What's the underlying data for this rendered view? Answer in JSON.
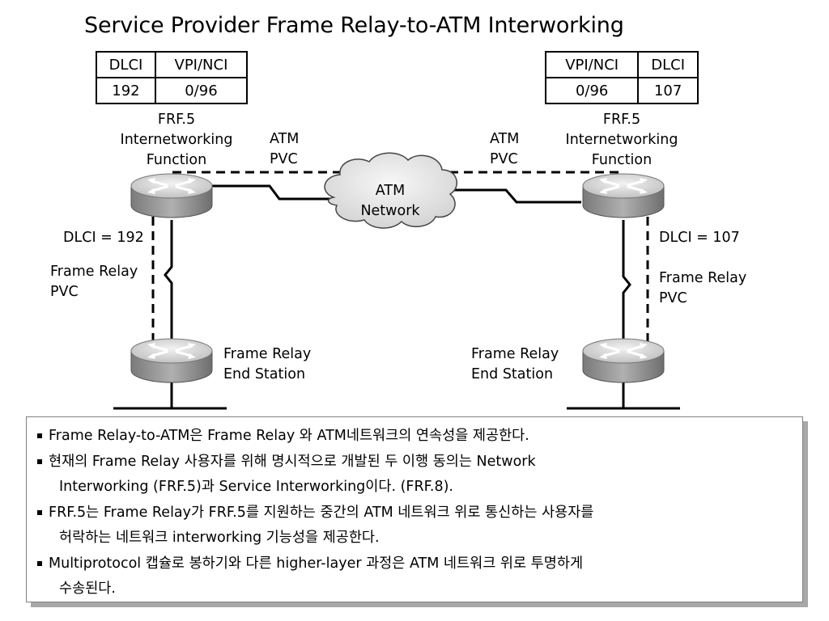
{
  "title": "Service Provider Frame Relay-to-ATM Interworking",
  "left_table": {
    "headers": [
      "DLCI",
      "VPI/NCI"
    ],
    "values": [
      "192",
      "0/96"
    ]
  },
  "right_table": {
    "headers": [
      "VPI/NCI",
      "DLCI"
    ],
    "values": [
      "0/96",
      "107"
    ]
  },
  "left_iwf_label": [
    "FRF.5",
    "Internetworking",
    "Function"
  ],
  "right_iwf_label": [
    "FRF.5",
    "Internetworking",
    "Function"
  ],
  "left_atm_pvc": [
    "ATM",
    "PVC"
  ],
  "right_atm_pvc": [
    "ATM",
    "PVC"
  ],
  "cloud_label": [
    "ATM",
    "Network"
  ],
  "left_dlci": "DLCI = 192",
  "right_dlci": "DLCI = 107",
  "left_fr_pvc": [
    "Frame Relay",
    "PVC"
  ],
  "right_fr_pvc": [
    "Frame Relay",
    "PVC"
  ],
  "left_end_station": [
    "Frame Relay",
    "End Station"
  ],
  "right_end_station": [
    "Frame Relay",
    "End Station"
  ],
  "notes": [
    [
      "Frame Relay-to-ATM은 Frame Relay 와 ATM네트워크의 연속성을 제공한다."
    ],
    [
      "현재의 Frame Relay 사용자를 위해 명시적으로 개발된 두 이행 동의는 Network",
      "Interworking (FRF.5)과 Service Interworking이다. (FRF.8)."
    ],
    [
      "FRF.5는 Frame Relay가 FRF.5를 지원하는 중간의 ATM 네트워크 위로 통신하는 사용자를",
      "허락하는 네트워크 interworking 기능성을 제공한다."
    ],
    [
      "Multiprotocol 캡슐로 봉하기와 다른 higher-layer 과정은 ATM 네트워크 위로 투명하게",
      "수송된다."
    ]
  ],
  "colors": {
    "router_top": "#dcdcdc",
    "router_side": "#9a9a9a",
    "cloud_fill": "#e6e6e6",
    "note_shadow": "#a8a8a8"
  }
}
